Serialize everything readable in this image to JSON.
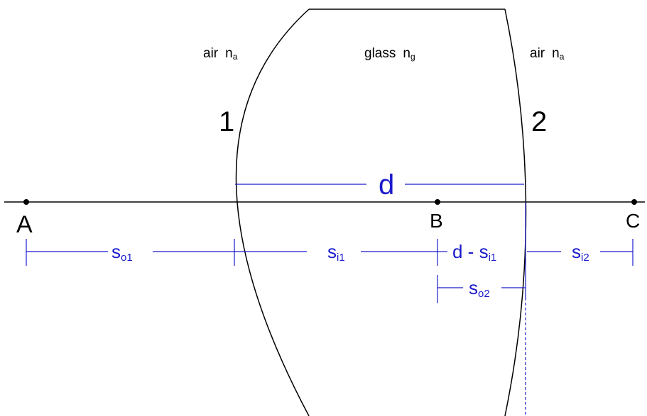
{
  "media": {
    "left_air": {
      "word": "air",
      "symbol": "n",
      "subscript": "a"
    },
    "glass": {
      "word": "glass",
      "symbol": "n",
      "subscript": "g"
    },
    "right_air": {
      "word": "air",
      "symbol": "n",
      "subscript": "a"
    }
  },
  "surfaces": {
    "first": "1",
    "second": "2"
  },
  "points": {
    "a": "A",
    "b": "B",
    "c": "C"
  },
  "thickness_label": "d",
  "distances": {
    "so1": {
      "base": "s",
      "sub": "o1"
    },
    "si1": {
      "base": "s",
      "sub": "i1"
    },
    "d_minus_si1": {
      "prefix": "d - ",
      "base": "s",
      "sub": "i1"
    },
    "si2": {
      "base": "s",
      "sub": "i2"
    },
    "so2": {
      "base": "s",
      "sub": "o2"
    }
  },
  "colors": {
    "outline": "#000000",
    "dimension": "#1a1acc"
  }
}
